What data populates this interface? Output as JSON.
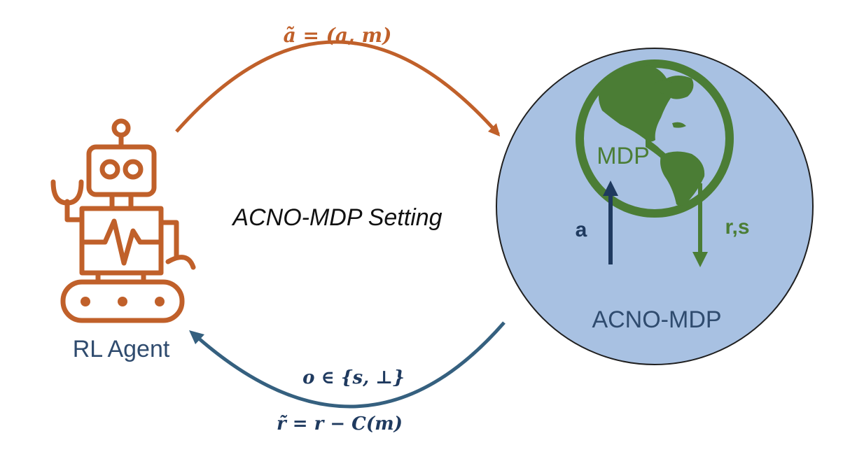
{
  "labels": {
    "setting": "ACNO-MDP Setting",
    "agent": "RL Agent",
    "environment": "ACNO-MDP",
    "mdp": "MDP",
    "action": "a",
    "reward_state": "r,s",
    "top_edge": "ã = (a, m)",
    "bottom_edge_obs": "o ∈ {s, ⊥}",
    "bottom_edge_reward": "r̃  = r − C(m)"
  },
  "colors": {
    "agent": "#c0602a",
    "top_arrow": "#c0602a",
    "bottom_arrow": "#35607f",
    "environment_fill": "#a8c1e2",
    "environment_stroke": "#1f1f1f",
    "globe": "#4b7d35",
    "action_arrow": "#1f3a5f",
    "agent_label": "#2f4b6e",
    "env_label": "#2f4b6e",
    "setting_text": "#111111"
  },
  "icons": {
    "agent": "robot-icon",
    "mdp": "globe-icon"
  }
}
